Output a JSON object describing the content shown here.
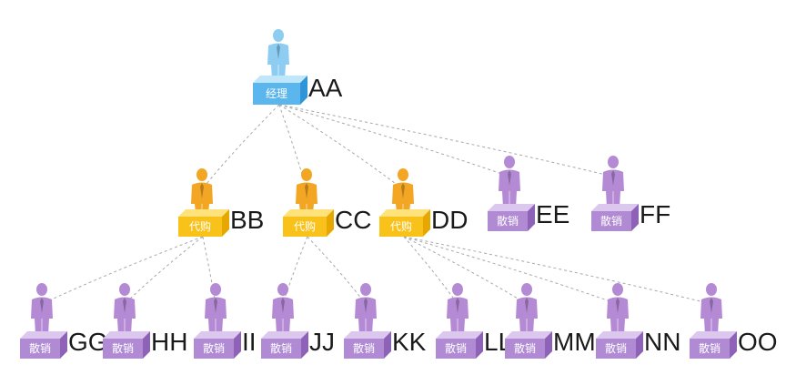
{
  "colors": {
    "manager_top": "#bfe6fb",
    "manager_side": "#2f95d8",
    "manager_front": "#5cb6ee",
    "manager_person": "#8dcdf2",
    "agent_top": "#ffe27a",
    "agent_side": "#e6a800",
    "agent_front": "#f8c21a",
    "agent_person": "#f3a524",
    "seller_top": "#dcc8ef",
    "seller_side": "#8d62b7",
    "seller_front": "#b08ad3",
    "seller_person": "#b58ad4",
    "line": "#a8a8a8"
  },
  "nodes": [
    {
      "id": "AA",
      "role": "manager",
      "badge": "经理",
      "name": "AA",
      "parent": null
    },
    {
      "id": "BB",
      "role": "agent",
      "badge": "代购",
      "name": "BB",
      "parent": "AA"
    },
    {
      "id": "CC",
      "role": "agent",
      "badge": "代购",
      "name": "CC",
      "parent": "AA"
    },
    {
      "id": "DD",
      "role": "agent",
      "badge": "代购",
      "name": "DD",
      "parent": "AA"
    },
    {
      "id": "EE",
      "role": "seller",
      "badge": "散销",
      "name": "EE",
      "parent": "AA"
    },
    {
      "id": "FF",
      "role": "seller",
      "badge": "散销",
      "name": "FF",
      "parent": "AA"
    },
    {
      "id": "GG",
      "role": "seller",
      "badge": "散销",
      "name": "GG",
      "parent": "BB"
    },
    {
      "id": "HH",
      "role": "seller",
      "badge": "散销",
      "name": "HH",
      "parent": "BB"
    },
    {
      "id": "II",
      "role": "seller",
      "badge": "散销",
      "name": "II",
      "parent": "BB"
    },
    {
      "id": "JJ",
      "role": "seller",
      "badge": "散销",
      "name": "JJ",
      "parent": "CC"
    },
    {
      "id": "KK",
      "role": "seller",
      "badge": "散销",
      "name": "KK",
      "parent": "CC"
    },
    {
      "id": "LL",
      "role": "seller",
      "badge": "散销",
      "name": "LL",
      "parent": "DD"
    },
    {
      "id": "MM",
      "role": "seller",
      "badge": "散销",
      "name": "MM",
      "parent": "DD"
    },
    {
      "id": "NN",
      "role": "seller",
      "badge": "散销",
      "name": "NN",
      "parent": "DD"
    },
    {
      "id": "OO",
      "role": "seller",
      "badge": "散销",
      "name": "OO",
      "parent": "DD"
    }
  ]
}
